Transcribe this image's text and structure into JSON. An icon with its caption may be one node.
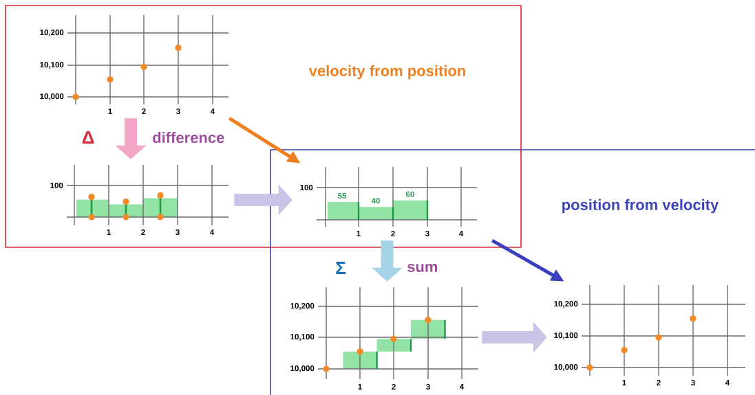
{
  "diagram": {
    "nodes": [
      {
        "text": [
          "velocity from position"
        ]
      },
      {
        "text": [
          "position from velocity"
        ]
      },
      {
        "text": [
          "10,200",
          "10,100",
          "10,000",
          "1",
          "2",
          "3",
          "4"
        ],
        "in": 0
      },
      {
        "text": [
          "100",
          "1",
          "2",
          "3",
          "4"
        ],
        "in": 0
      },
      {
        "text": [
          "100",
          "55",
          "40",
          "60",
          "1",
          "2",
          "3",
          "4"
        ]
      },
      {
        "text": [
          "10,200",
          "10,100",
          "10,000",
          "1",
          "2",
          "3",
          "4"
        ],
        "in": 1
      },
      {
        "text": [
          "10,200",
          "10,100",
          "10,000",
          "1",
          "2",
          "3",
          "4"
        ],
        "in": 1
      }
    ],
    "edges": [
      {
        "from": 2,
        "to": 3,
        "arrow": "to",
        "label": "difference",
        "color": "#f4a6c8"
      },
      {
        "from": 2,
        "to": 4,
        "arrow": "to",
        "color": "#f07f1f"
      },
      {
        "from": 3,
        "to": 4,
        "arrow": "to",
        "color": "#c8c4e6"
      },
      {
        "from": 4,
        "to": 5,
        "arrow": "to",
        "label": "sum",
        "color": "#a6d3e6"
      },
      {
        "from": 4,
        "to": 6,
        "arrow": "to",
        "color": "#3a3fc0"
      },
      {
        "from": 5,
        "to": 6,
        "arrow": "to",
        "color": "#c8c4e6"
      }
    ],
    "labels": [
      "Δ",
      "Σ"
    ]
  }
}
